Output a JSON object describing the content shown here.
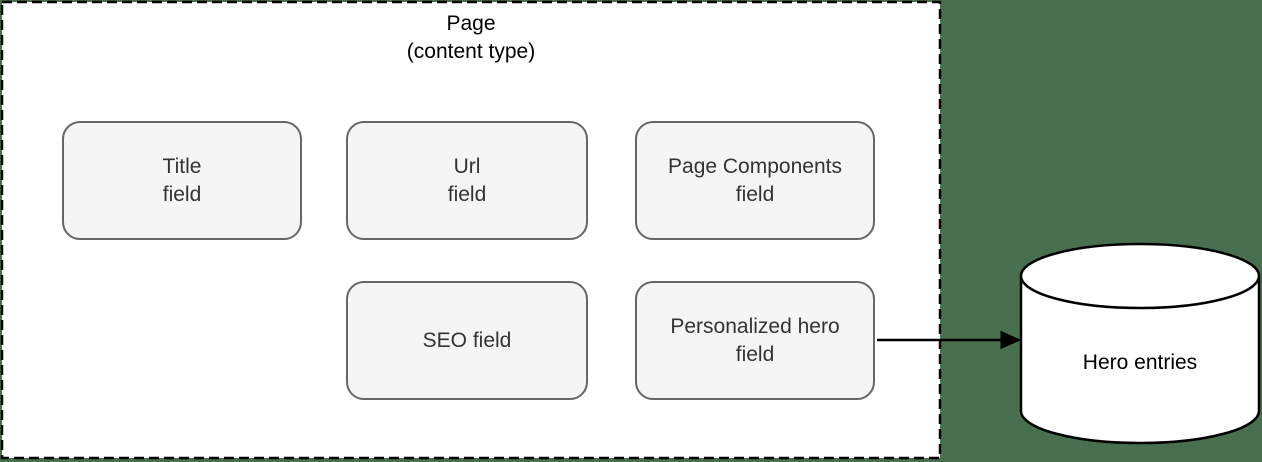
{
  "diagram": {
    "container": {
      "title_line1": "Page",
      "title_line2": "(content type)"
    },
    "nodes": [
      {
        "id": "title-field",
        "line1": "Title",
        "line2": "field"
      },
      {
        "id": "url-field",
        "line1": "Url",
        "line2": "field"
      },
      {
        "id": "page-components-field",
        "line1": "Page Components",
        "line2": "field"
      },
      {
        "id": "seo-field",
        "line1": "SEO field",
        "line2": ""
      },
      {
        "id": "personalized-hero-field",
        "line1": "Personalized hero",
        "line2": "field"
      }
    ],
    "database": {
      "label": "Hero entries"
    },
    "edges": [
      {
        "from": "personalized-hero-field",
        "to": "hero-entries",
        "style": "arrow-right"
      }
    ],
    "colors": {
      "background_green": "#48704F",
      "container_fill": "#FFFFFF",
      "container_border": "#000000",
      "node_fill": "#F5F5F5",
      "node_border": "#666666",
      "node_text": "#333333",
      "cylinder_fill": "#FFFFFF",
      "cylinder_stroke": "#000000"
    }
  }
}
